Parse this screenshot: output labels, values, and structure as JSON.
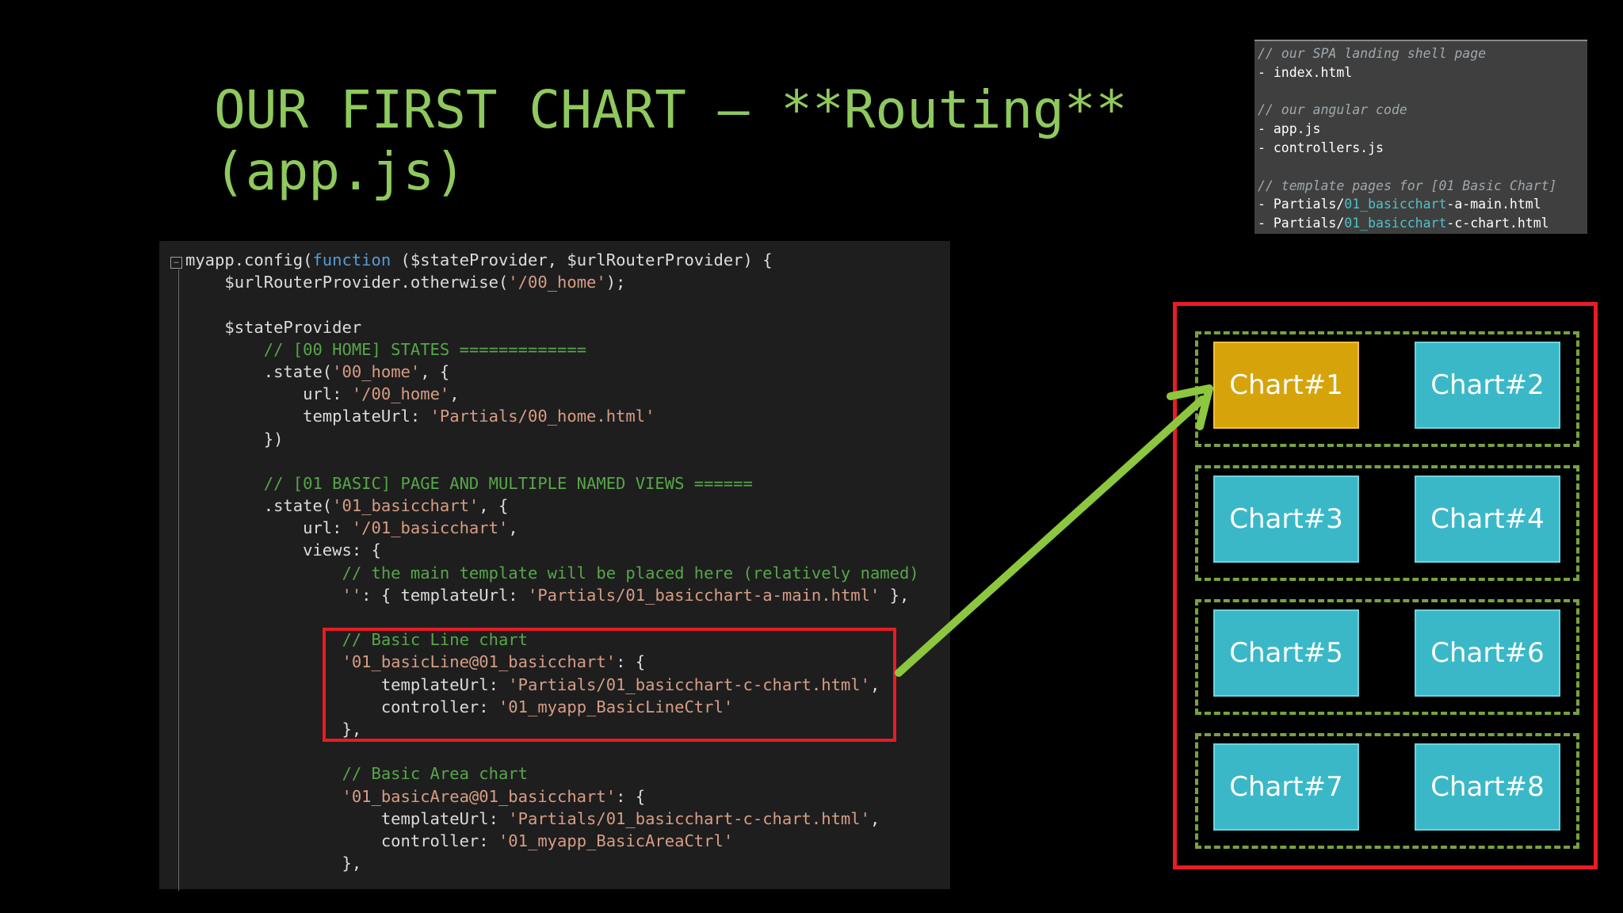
{
  "title": {
    "line1": "OUR FIRST CHART – **Routing**",
    "line2": "(app.js)"
  },
  "code": {
    "collapse_glyph": "−",
    "lines": [
      [
        {
          "t": "myapp.config(",
          "c": "plain"
        },
        {
          "t": "function",
          "c": "kw"
        },
        {
          "t": " ($stateProvider, $urlRouterProvider) {",
          "c": "plain"
        }
      ],
      [
        {
          "t": "    $urlRouterProvider.otherwise(",
          "c": "plain"
        },
        {
          "t": "'/00_home'",
          "c": "str"
        },
        {
          "t": ");",
          "c": "plain"
        }
      ],
      [],
      [
        {
          "t": "    $stateProvider",
          "c": "plain"
        }
      ],
      [
        {
          "t": "        // [00 HOME] STATES =============",
          "c": "comment"
        }
      ],
      [
        {
          "t": "        .state(",
          "c": "plain"
        },
        {
          "t": "'00_home'",
          "c": "str"
        },
        {
          "t": ", {",
          "c": "plain"
        }
      ],
      [
        {
          "t": "            url: ",
          "c": "plain"
        },
        {
          "t": "'/00_home'",
          "c": "str"
        },
        {
          "t": ",",
          "c": "plain"
        }
      ],
      [
        {
          "t": "            templateUrl: ",
          "c": "plain"
        },
        {
          "t": "'Partials/00_home.html'",
          "c": "str"
        }
      ],
      [
        {
          "t": "        })",
          "c": "plain"
        }
      ],
      [],
      [
        {
          "t": "        // [01 BASIC] PAGE AND MULTIPLE NAMED VIEWS ======",
          "c": "comment"
        }
      ],
      [
        {
          "t": "        .state(",
          "c": "plain"
        },
        {
          "t": "'01_basicchart'",
          "c": "str"
        },
        {
          "t": ", {",
          "c": "plain"
        }
      ],
      [
        {
          "t": "            url: ",
          "c": "plain"
        },
        {
          "t": "'/01_basicchart'",
          "c": "str"
        },
        {
          "t": ",",
          "c": "plain"
        }
      ],
      [
        {
          "t": "            views: {",
          "c": "plain"
        }
      ],
      [
        {
          "t": "                // the main template will be placed here (relatively named)",
          "c": "comment"
        }
      ],
      [
        {
          "t": "                ''",
          "c": "str"
        },
        {
          "t": ": { templateUrl: ",
          "c": "plain"
        },
        {
          "t": "'Partials/01_basicchart-a-main.html'",
          "c": "str"
        },
        {
          "t": " },",
          "c": "plain"
        }
      ],
      [],
      [
        {
          "t": "                // Basic Line chart",
          "c": "comment"
        }
      ],
      [
        {
          "t": "                '01_basicLine@01_basicchart'",
          "c": "str"
        },
        {
          "t": ": {",
          "c": "plain"
        }
      ],
      [
        {
          "t": "                    templateUrl: ",
          "c": "plain"
        },
        {
          "t": "'Partials/01_basicchart-c-chart.html'",
          "c": "str"
        },
        {
          "t": ",",
          "c": "plain"
        }
      ],
      [
        {
          "t": "                    controller: ",
          "c": "plain"
        },
        {
          "t": "'01_myapp_BasicLineCtrl'",
          "c": "str"
        }
      ],
      [
        {
          "t": "                },",
          "c": "plain"
        }
      ],
      [],
      [
        {
          "t": "                // Basic Area chart",
          "c": "comment"
        }
      ],
      [
        {
          "t": "                '01_basicArea@01_basicchart'",
          "c": "str"
        },
        {
          "t": ": {",
          "c": "plain"
        }
      ],
      [
        {
          "t": "                    templateUrl: ",
          "c": "plain"
        },
        {
          "t": "'Partials/01_basicchart-c-chart.html'",
          "c": "str"
        },
        {
          "t": ",",
          "c": "plain"
        }
      ],
      [
        {
          "t": "                    controller: ",
          "c": "plain"
        },
        {
          "t": "'01_myapp_BasicAreaCtrl'",
          "c": "str"
        }
      ],
      [
        {
          "t": "                },",
          "c": "plain"
        }
      ]
    ]
  },
  "notes": {
    "spa_comment": "// our SPA landing shell page",
    "index_file": "- index.html",
    "angular_comment": "// our angular code",
    "app_file": "- app.js",
    "controllers_file": "- controllers.js",
    "template_comment": "// template pages for [01 Basic Chart]",
    "partials_prefix": "- Partials/",
    "main_partial_hl": "01_basicchart",
    "main_partial_rest": "-a-main.html",
    "chart_partial_hl": "01_basicchart",
    "chart_partial_rest": "-c-chart.html"
  },
  "charts": [
    {
      "label": "Chart#1",
      "active": true
    },
    {
      "label": "Chart#2",
      "active": false
    },
    {
      "label": "Chart#3",
      "active": false
    },
    {
      "label": "Chart#4",
      "active": false
    },
    {
      "label": "Chart#5",
      "active": false
    },
    {
      "label": "Chart#6",
      "active": false
    },
    {
      "label": "Chart#7",
      "active": false
    },
    {
      "label": "Chart#8",
      "active": false
    }
  ],
  "colors": {
    "title_green": "#8fc95e",
    "highlight_red": "#e81c24",
    "arrow_green": "#8dc63f",
    "tile_teal": "#3ab8c8",
    "tile_active_gold": "#d6a30a",
    "dashed_green": "#77a33e"
  }
}
